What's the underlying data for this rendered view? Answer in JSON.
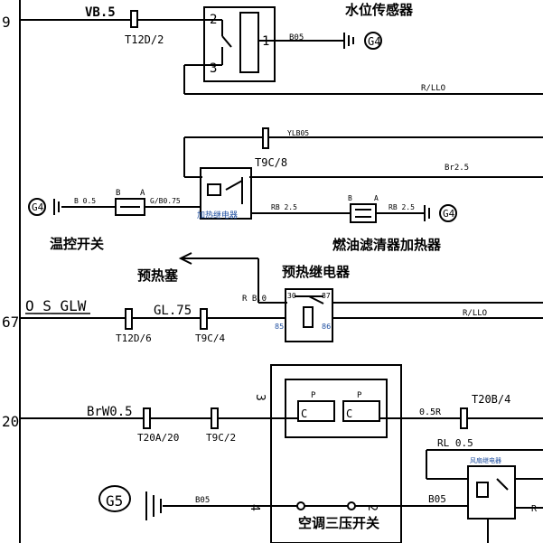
{
  "rails": {
    "r1": "9",
    "r2": "67",
    "r3": "20"
  },
  "wires": {
    "vb05": "VB.5",
    "b05_top": "B05",
    "r_llo_top": "R/LLO",
    "ylb05": "YLB05",
    "br25": "Br2.5",
    "b05_mid": "B 0.5",
    "gb075": "G/B0.75",
    "rb25_a": "RB 2.5",
    "rb25_b": "RB 2.5",
    "rb0": "R B.0",
    "r_llo_mid": "R/LLO",
    "o_s_glw": "O_S_GLW",
    "gl75": "GL.75",
    "brw05": "BrW0.5",
    "r05": "0.5R",
    "rl05": "RL 0.5",
    "b05_bot": "B05",
    "b05_bot2": "B05",
    "r_short": "R"
  },
  "connectors": {
    "t12d2": "T12D/2",
    "t9c8": "T9C/8",
    "t12d6": "T12D/6",
    "t9c4": "T9C/4",
    "t20a20": "T20A/20",
    "t9c2": "T9C/2",
    "t20b4": "T20B/4"
  },
  "grounds": {
    "g4_top": "G4",
    "g4_left": "G4",
    "g4_right": "G4",
    "g5": "G5"
  },
  "components": {
    "water_sensor": "水位传感器",
    "temp_switch": "温控开关",
    "fuel_heater": "燃油滤清器加热器",
    "glow_plug": "预热塞",
    "preheat_relay": "预热继电器",
    "ac_switch": "空调三压开关",
    "heater_relay_small": "加热继电器",
    "relay_small2": "风扇继电器"
  },
  "pins": {
    "p2": "2",
    "p1": "1",
    "p3": "3",
    "pB": "B",
    "pA": "A",
    "pB2": "B",
    "pA2": "A",
    "p30": "30",
    "p85": "85",
    "p86": "86",
    "p87": "87",
    "p3v": "3",
    "p4v": "4",
    "p2v": "2",
    "pC": "C",
    "pC2": "C",
    "pP": "P",
    "pP2": "P"
  }
}
